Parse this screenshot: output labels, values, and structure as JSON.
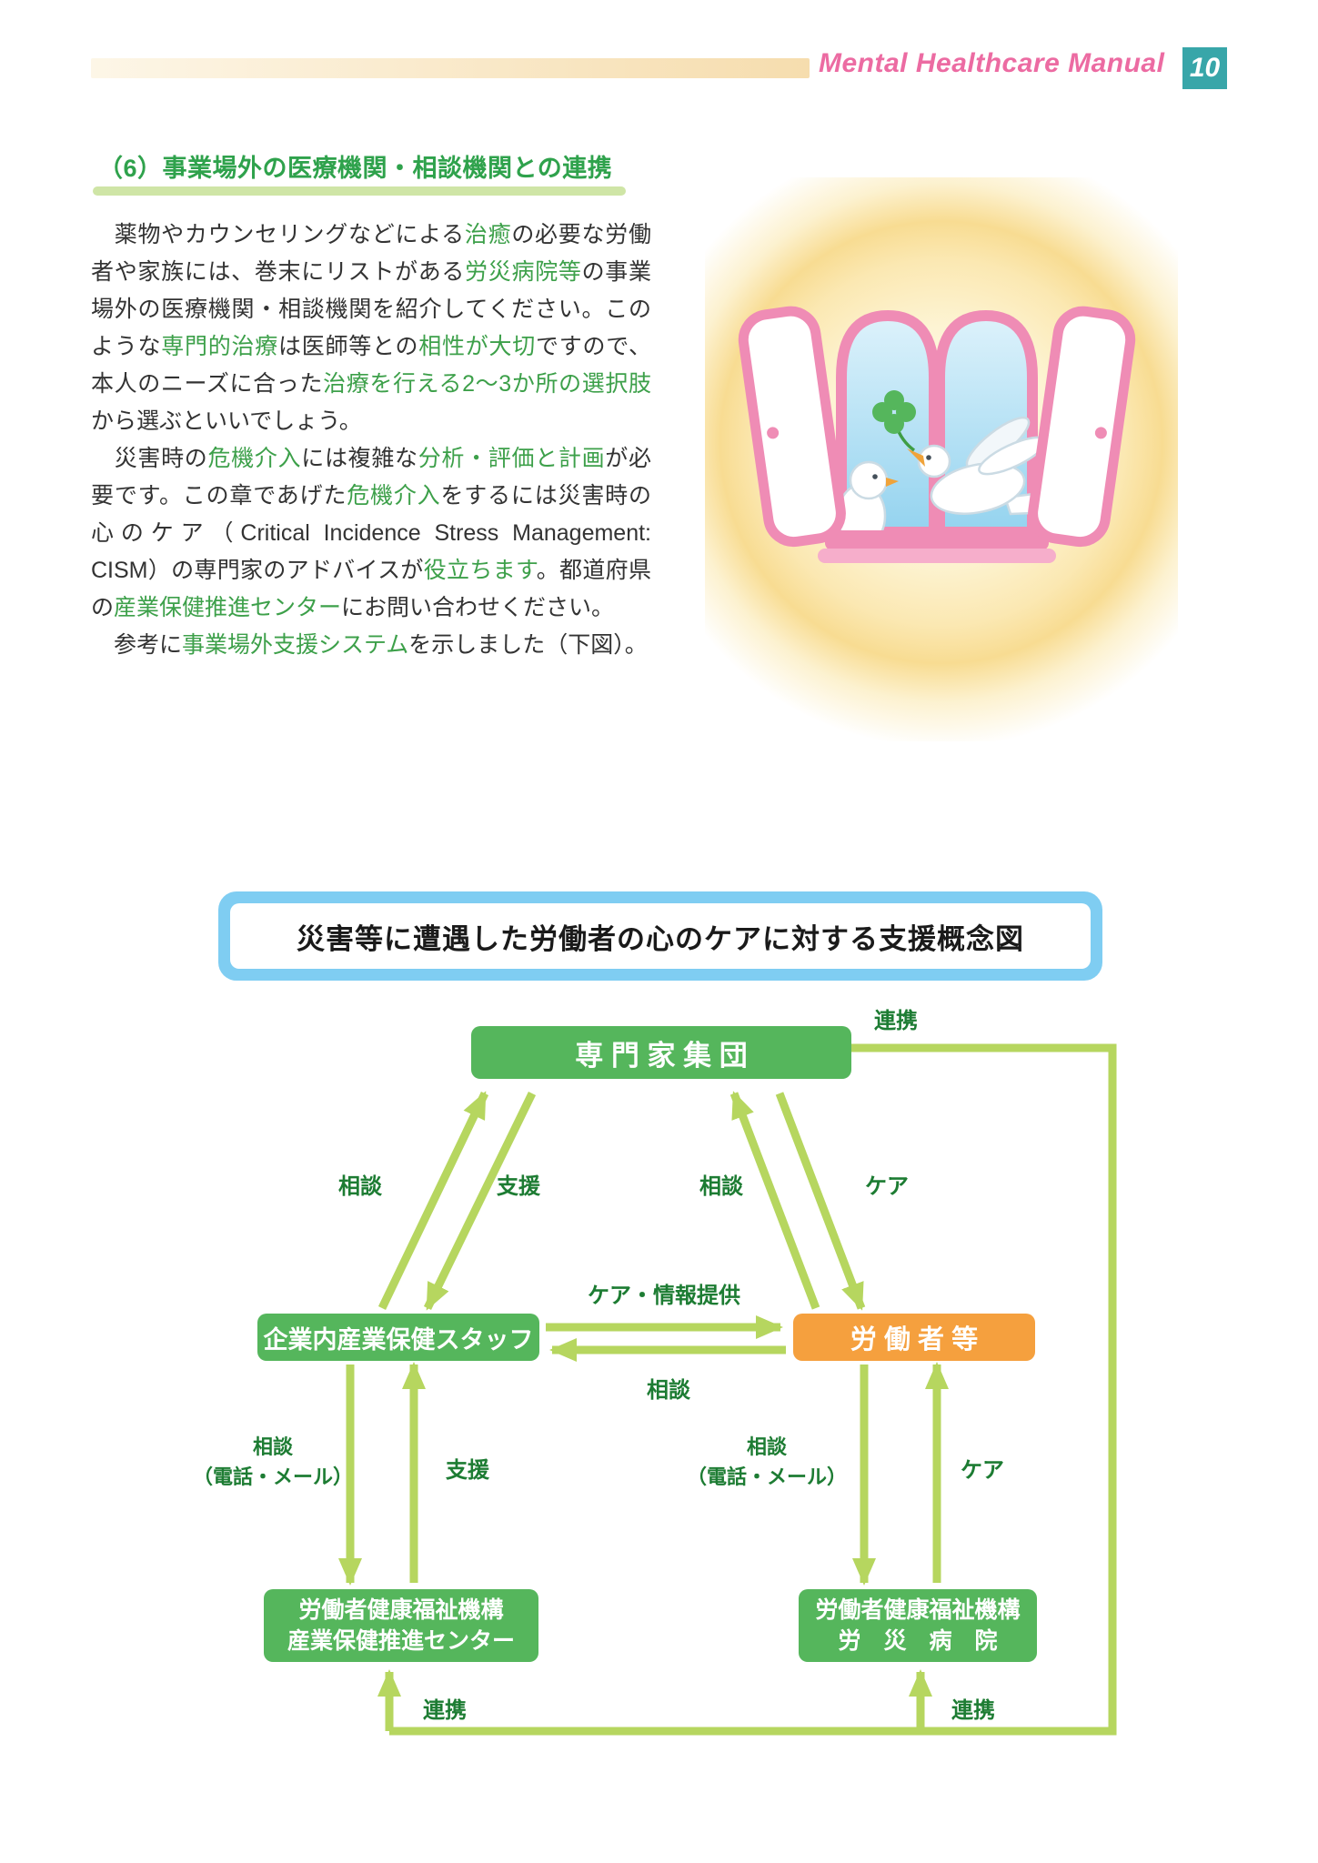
{
  "header": {
    "manual_title": "Mental Healthcare Manual",
    "page_number": "10"
  },
  "section": {
    "heading": "（6）事業場外の医療機関・相談機関との連携"
  },
  "body": {
    "paragraphs": [
      {
        "segments": [
          {
            "t": "　薬物やカウンセリングなどによる"
          },
          {
            "t": "治癒",
            "g": true
          },
          {
            "t": "の必要な労働者や家族には、巻末にリストがある"
          },
          {
            "t": "労災病院等",
            "g": true
          },
          {
            "t": "の事業場外の医療機関・相談機関を紹介してください。このような"
          },
          {
            "t": "専門的治療",
            "g": true
          },
          {
            "t": "は医師等との"
          },
          {
            "t": "相性が大切",
            "g": true
          },
          {
            "t": "ですので、本人のニーズに合った"
          },
          {
            "t": "治療を行える2〜3か所の選択肢",
            "g": true
          },
          {
            "t": "から選ぶといいでしょう。"
          }
        ]
      },
      {
        "segments": [
          {
            "t": "　災害時の"
          },
          {
            "t": "危機介入",
            "g": true
          },
          {
            "t": "には複雑な"
          },
          {
            "t": "分析・評価と計画",
            "g": true
          },
          {
            "t": "が必要です。この章であげた"
          },
          {
            "t": "危機介入",
            "g": true
          },
          {
            "t": "をするには災害時の心のケア（Critical Incidence Stress Management: CISM）の専門家のアドバイスが"
          },
          {
            "t": "役立ちます",
            "g": true
          },
          {
            "t": "。都道府県の"
          },
          {
            "t": "産業保健推進センター",
            "g": true
          },
          {
            "t": "にお問い合わせください。"
          }
        ]
      },
      {
        "segments": [
          {
            "t": "　参考に"
          },
          {
            "t": "事業場外支援システム",
            "g": true
          },
          {
            "t": "を示しました（下図）。"
          }
        ]
      }
    ]
  },
  "illustration": {
    "name": "open-window-with-doves-and-clover"
  },
  "diagram": {
    "title": "災害等に遭遇した労働者の心のケアに対する支援概念図",
    "nodes": {
      "experts": "専 門 家 集 団",
      "staff": "企業内産業保健スタッフ",
      "workers": "労 働 者 等",
      "center_line1": "労働者健康福祉機構",
      "center_line2": "産業保健推進センター",
      "hospital_line1": "労働者健康福祉機構",
      "hospital_line2": "労　災　病　院"
    },
    "labels": {
      "renkei_top": "連携",
      "soudan_left": "相談",
      "shien_left": "支援",
      "soudan_right": "相談",
      "care_right": "ケア",
      "care_info": "ケア・情報提供",
      "soudan_mid": "相談",
      "soudan_tel_left_1": "相談",
      "soudan_tel_left_2": "（電話・メール）",
      "shien_vert": "支援",
      "soudan_tel_right_1": "相談",
      "soudan_tel_right_2": "（電話・メール）",
      "care_vert": "ケア",
      "renkei_bottom_left": "連携",
      "renkei_bottom_right": "連携"
    },
    "colors": {
      "green_box": "#55b65c",
      "orange_box": "#f5a03e",
      "arrow": "#b6d65f",
      "label_text": "#1d7c33",
      "title_frame_blue": "#7fcdf2"
    }
  },
  "page_colors": {
    "header_title_pink": "#ec6ba2",
    "page_number_teal": "#38a6a9",
    "heading_green": "#2fa24c",
    "heading_underline": "#cfe5a6",
    "body_keyword_green": "#3da04a"
  }
}
